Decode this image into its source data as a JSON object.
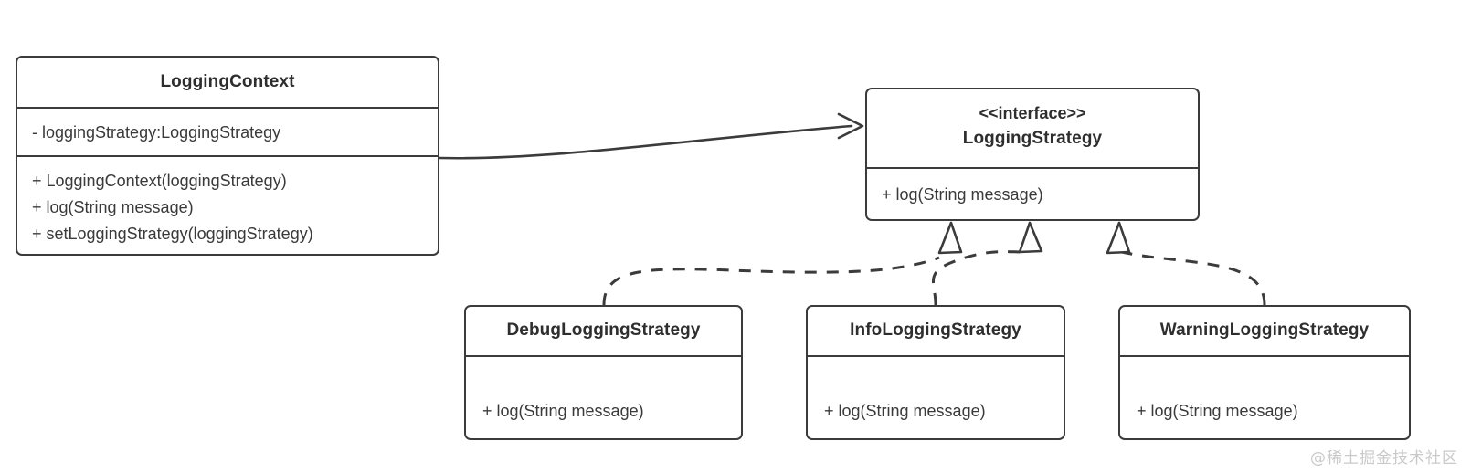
{
  "diagram": {
    "kind": "uml-class-diagram",
    "stroke_color": "#3b3b3b",
    "background": "#ffffff",
    "classes": [
      {
        "id": "logging-context",
        "name": "LoggingContext",
        "stereotype": "",
        "attributes": [
          "- loggingStrategy:LoggingStrategy"
        ],
        "operations": [
          "+ LoggingContext(loggingStrategy)",
          "+ log(String message)",
          "+ setLoggingStrategy(loggingStrategy)"
        ]
      },
      {
        "id": "logging-strategy",
        "name": "LoggingStrategy",
        "stereotype": "<<interface>>",
        "attributes": [],
        "operations": [
          "+ log(String message)"
        ]
      },
      {
        "id": "debug-strategy",
        "name": "DebugLoggingStrategy",
        "stereotype": "",
        "attributes": [],
        "operations": [
          "+ log(String message)"
        ]
      },
      {
        "id": "info-strategy",
        "name": "InfoLoggingStrategy",
        "stereotype": "",
        "attributes": [],
        "operations": [
          "+ log(String message)"
        ]
      },
      {
        "id": "warning-strategy",
        "name": "WarningLoggingStrategy",
        "stereotype": "",
        "attributes": [],
        "operations": [
          "+ log(String message)"
        ]
      }
    ],
    "relationships": [
      {
        "from": "logging-context",
        "to": "logging-strategy",
        "type": "association",
        "line": "solid",
        "arrow": "open"
      },
      {
        "from": "debug-strategy",
        "to": "logging-strategy",
        "type": "realization",
        "line": "dashed",
        "arrow": "hollow-triangle"
      },
      {
        "from": "info-strategy",
        "to": "logging-strategy",
        "type": "realization",
        "line": "dashed",
        "arrow": "hollow-triangle"
      },
      {
        "from": "warning-strategy",
        "to": "logging-strategy",
        "type": "realization",
        "line": "dashed",
        "arrow": "hollow-triangle"
      }
    ]
  },
  "watermark": {
    "text": "@稀土掘金技术社区"
  }
}
